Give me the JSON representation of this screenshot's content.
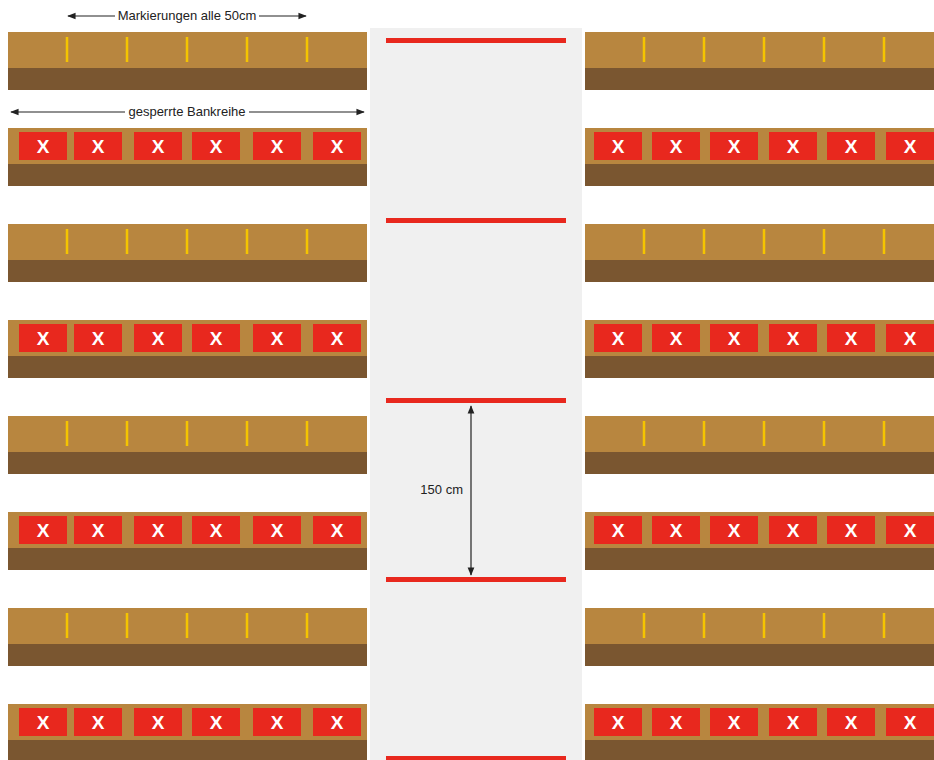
{
  "diagram": {
    "nodes": [
      {
        "text": [
          "X"
        ]
      },
      {
        "text": [
          "X"
        ]
      },
      {
        "text": [
          "X"
        ]
      },
      {
        "text": [
          "X"
        ]
      },
      {
        "text": [
          "X"
        ]
      },
      {
        "text": [
          "X"
        ]
      },
      {
        "text": [
          "X"
        ]
      },
      {
        "text": [
          "X"
        ]
      },
      {
        "text": [
          "X"
        ]
      },
      {
        "text": [
          "X"
        ]
      },
      {
        "text": [
          "X"
        ]
      },
      {
        "text": [
          "X"
        ]
      },
      {
        "text": [
          "X"
        ]
      },
      {
        "text": [
          "X"
        ]
      },
      {
        "text": [
          "X"
        ]
      },
      {
        "text": [
          "X"
        ]
      },
      {
        "text": [
          "X"
        ]
      },
      {
        "text": [
          "X"
        ]
      },
      {
        "text": [
          "X"
        ]
      },
      {
        "text": [
          "X"
        ]
      },
      {
        "text": [
          "X"
        ]
      },
      {
        "text": [
          "X"
        ]
      },
      {
        "text": [
          "X"
        ]
      },
      {
        "text": [
          "X"
        ]
      },
      {
        "text": [
          "X"
        ]
      },
      {
        "text": [
          "X"
        ]
      },
      {
        "text": [
          "X"
        ]
      },
      {
        "text": [
          "X"
        ]
      },
      {
        "text": [
          "X"
        ]
      },
      {
        "text": [
          "X"
        ]
      },
      {
        "text": [
          "X"
        ]
      },
      {
        "text": [
          "X"
        ]
      },
      {
        "text": [
          "X"
        ]
      },
      {
        "text": [
          "X"
        ]
      },
      {
        "text": [
          "X"
        ]
      },
      {
        "text": [
          "X"
        ]
      },
      {
        "text": [
          "X"
        ]
      },
      {
        "text": [
          "X"
        ]
      },
      {
        "text": [
          "X"
        ]
      },
      {
        "text": [
          "X"
        ]
      },
      {
        "text": [
          "X"
        ]
      },
      {
        "text": [
          "X"
        ]
      },
      {
        "text": [
          "X"
        ]
      },
      {
        "text": [
          "X"
        ]
      },
      {
        "text": [
          "X"
        ]
      },
      {
        "text": [
          "X"
        ]
      },
      {
        "text": [
          "X"
        ]
      },
      {
        "text": [
          "X"
        ]
      }
    ],
    "labels": [
      "Markierungen alle 50cm",
      "gesperrte Bankreihe",
      "150 cm"
    ]
  }
}
